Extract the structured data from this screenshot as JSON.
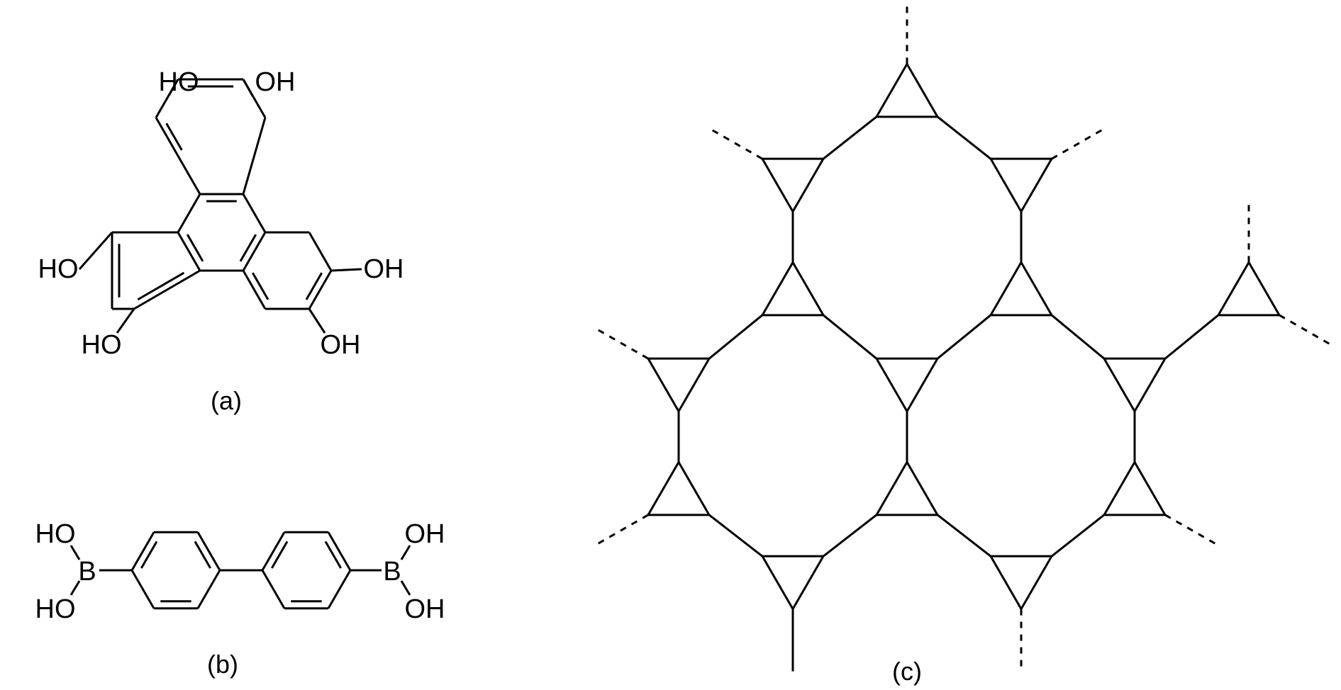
{
  "colors": {
    "background": "#ffffff",
    "ink": "#000000"
  },
  "panel_a": {
    "caption": "(a)",
    "atom_labels": [
      "HO",
      "OH",
      "HO",
      "OH",
      "HO",
      "OH"
    ]
  },
  "panel_b": {
    "caption": "(b)",
    "atom_labels": [
      "HO",
      "B",
      "HO",
      "OH",
      "B",
      "OH"
    ]
  },
  "panel_c": {
    "caption": "(c)"
  }
}
